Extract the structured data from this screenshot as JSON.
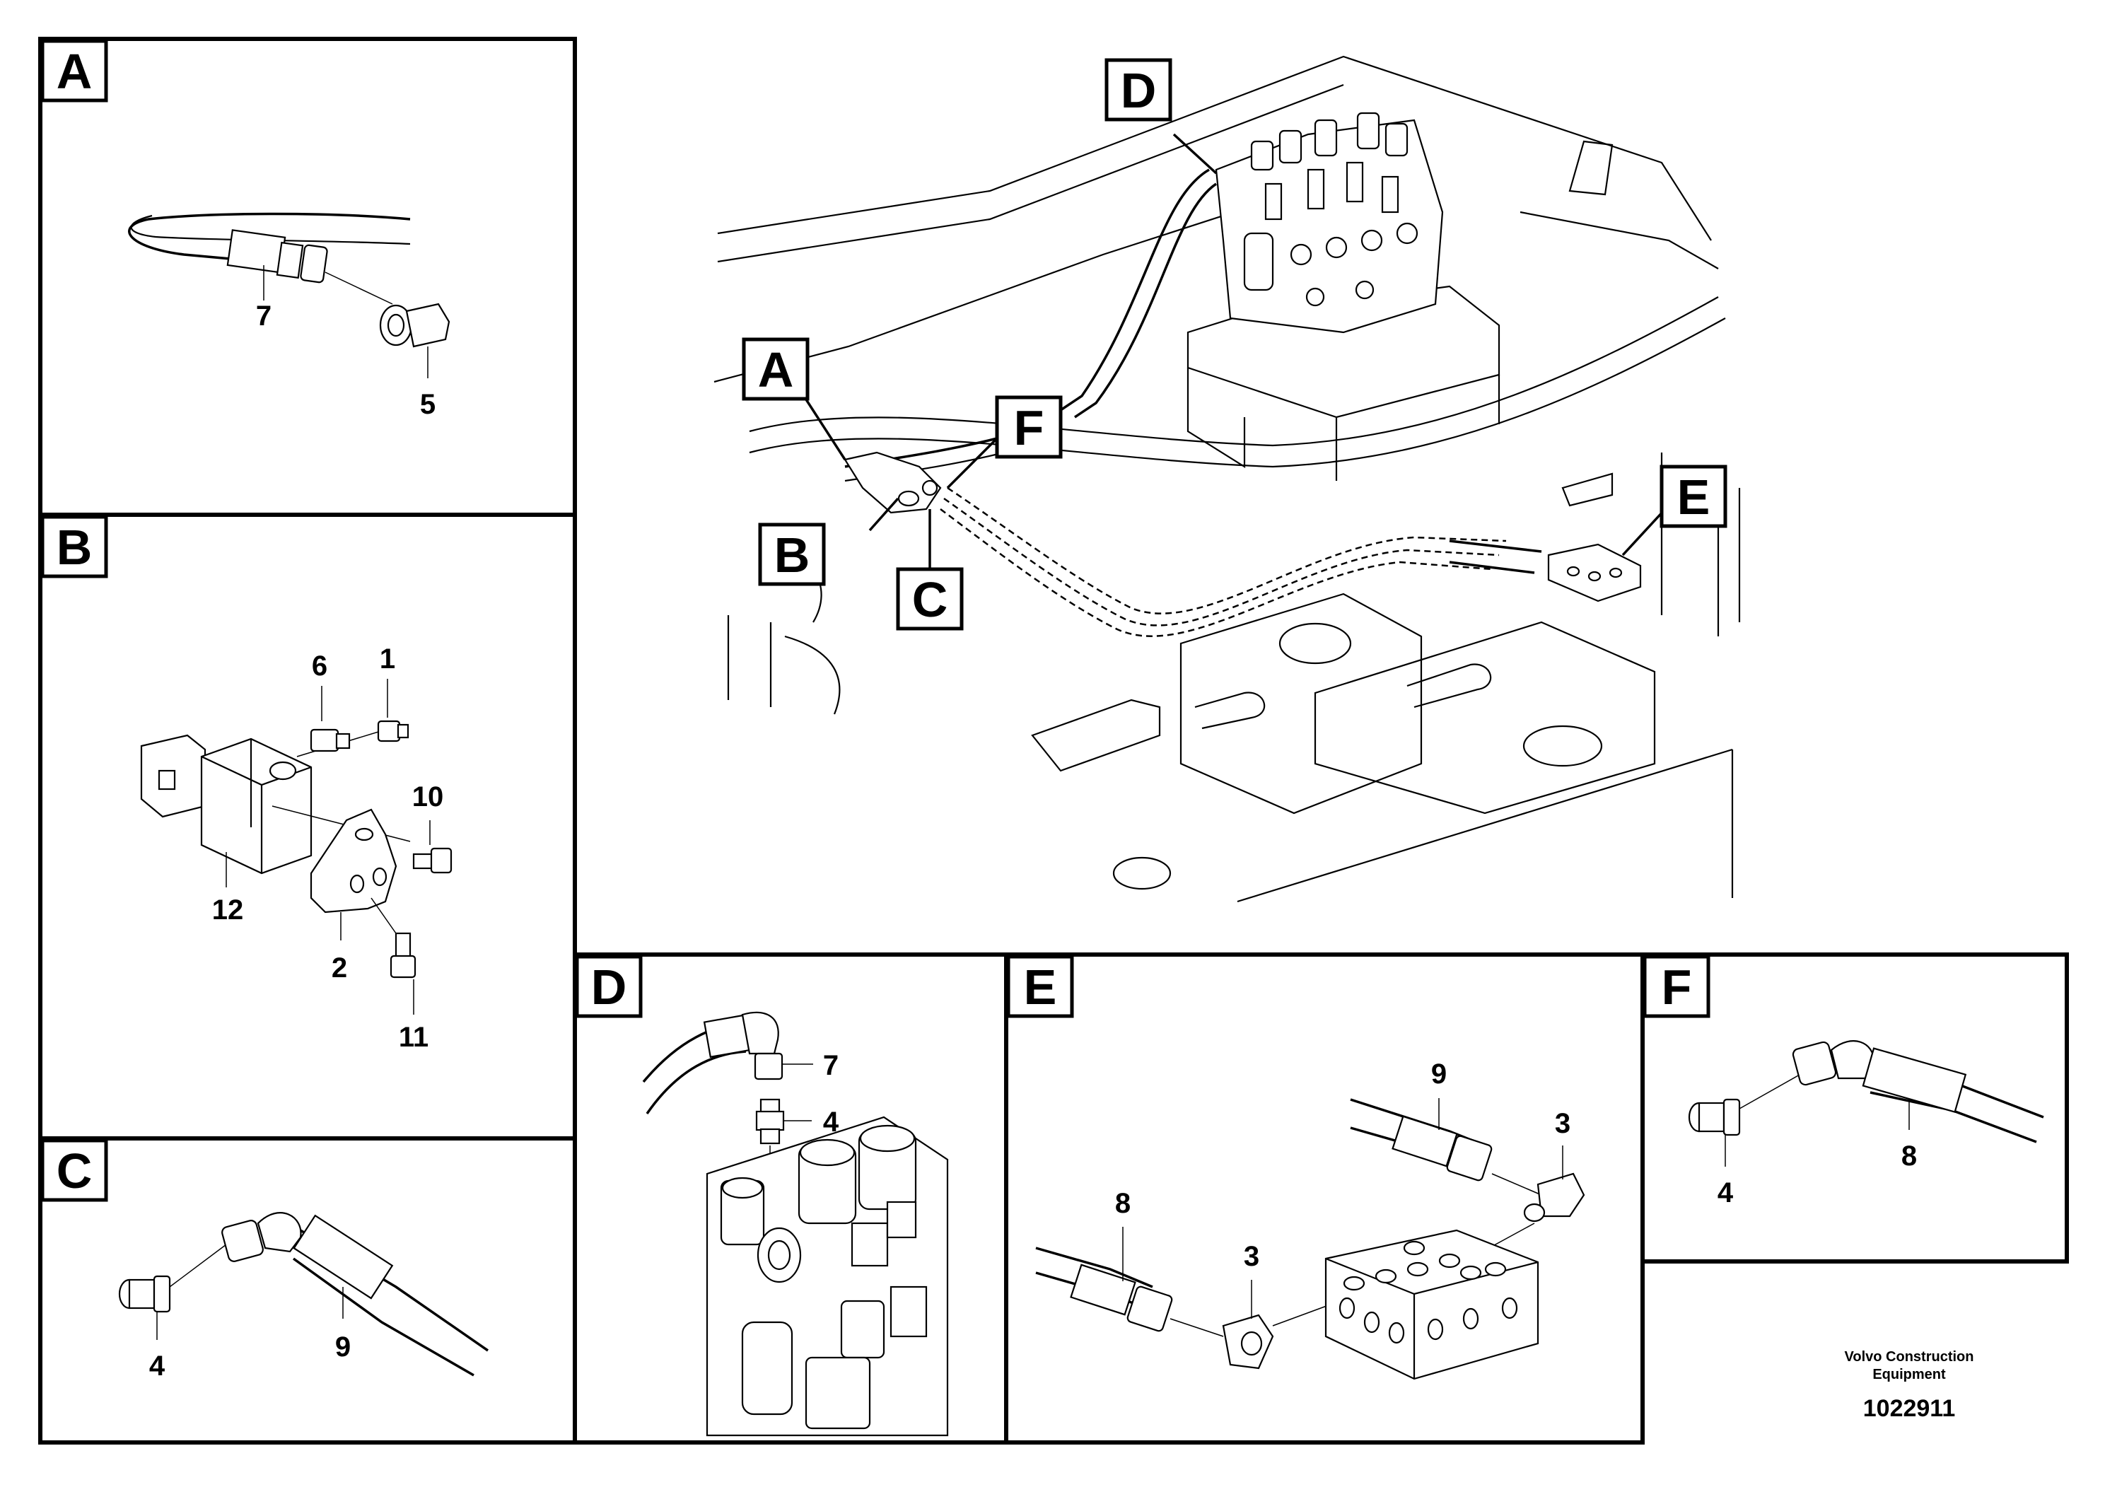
{
  "panels": {
    "A": {
      "letter": "A",
      "callouts": {
        "hose": "7",
        "fitting": "5"
      }
    },
    "B": {
      "letter": "B",
      "callouts": {
        "c6": "6",
        "c1": "1",
        "c10": "10",
        "c12": "12",
        "c2": "2",
        "c11": "11"
      }
    },
    "C": {
      "letter": "C",
      "callouts": {
        "fitting": "4",
        "hose": "9"
      }
    },
    "D": {
      "letter": "D",
      "callouts": {
        "elbow": "7",
        "fitting": "4"
      }
    },
    "E": {
      "letter": "E",
      "callouts": {
        "hose_top": "9",
        "elbow_top": "3",
        "hose_bottom": "8",
        "elbow_bottom": "3"
      }
    },
    "F": {
      "letter": "F",
      "callouts": {
        "fitting": "4",
        "hose": "8"
      }
    }
  },
  "overview": {
    "tags": {
      "A": "A",
      "B": "B",
      "C": "C",
      "D": "D",
      "E": "E",
      "F": "F"
    }
  },
  "credit": {
    "line1": "Volvo Construction",
    "line2": "Equipment",
    "document_number": "1022911"
  }
}
